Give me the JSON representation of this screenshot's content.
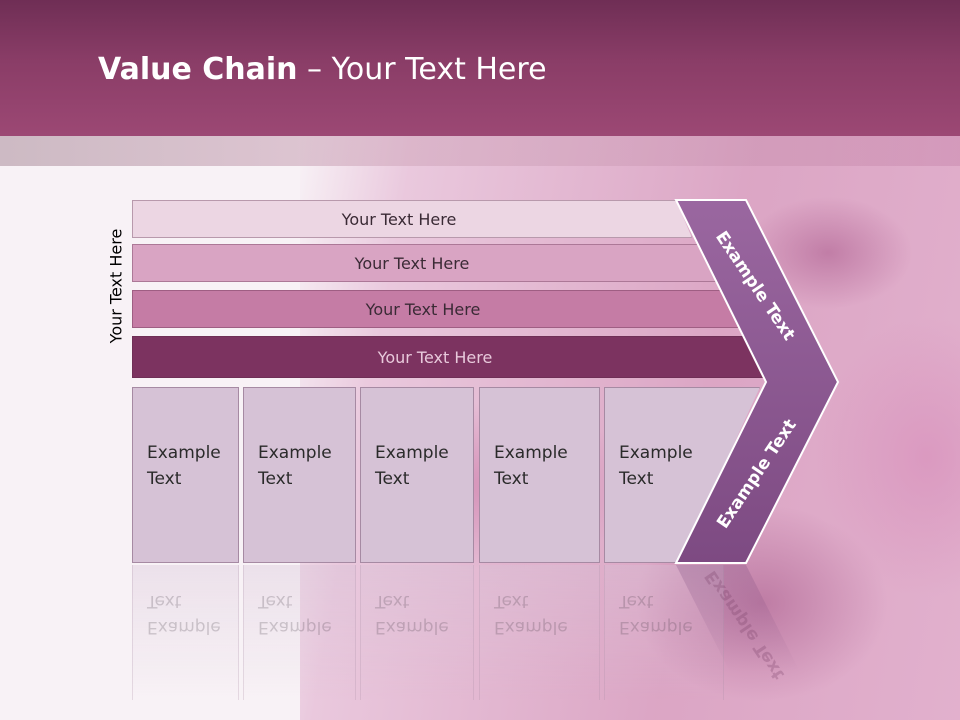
{
  "title": {
    "bold": "Value Chain",
    "rest": " – Your Text Here"
  },
  "side_label": "Your Text Here",
  "bars": [
    {
      "label": "Your Text Here"
    },
    {
      "label": "Your Text Here"
    },
    {
      "label": "Your Text Here"
    },
    {
      "label": "Your Text Here"
    }
  ],
  "boxes": [
    {
      "label": "Example\nText"
    },
    {
      "label": "Example\nText"
    },
    {
      "label": "Example\nText"
    },
    {
      "label": "Example\nText"
    },
    {
      "label": "Example\nText"
    }
  ],
  "chevron": {
    "top_label": "Example Text",
    "bottom_label": "Example Text"
  },
  "colors": {
    "header": "#8a3d67",
    "bar1": "#ecd6e3",
    "bar2": "#d9a4c3",
    "bar3": "#c57ca5",
    "bar4": "#7c3360",
    "box": "#d6c2d6",
    "chevron": "#8e5a8e"
  }
}
